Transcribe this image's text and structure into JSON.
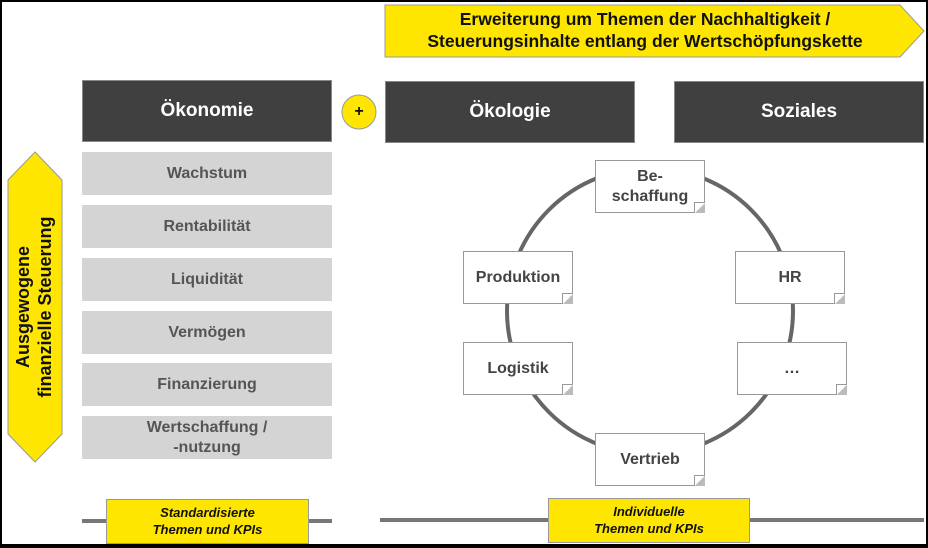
{
  "banner": {
    "line1": "Erweiterung um Themen der Nachhaltigkeit /",
    "line2": "Steuerungsinhalte entlang der Wertschöpfungskette"
  },
  "side_arrow": {
    "line1": "Ausgewogene",
    "line2": "finanzielle Steuerung"
  },
  "headers": {
    "oekonomie": "Ökonomie",
    "plus": "+",
    "oekologie": "Ökologie",
    "soziales": "Soziales"
  },
  "economy_items": [
    "Wachstum",
    "Rentabilität",
    "Liquidität",
    "Vermögen",
    "Finanzierung",
    "Wertschaffung /\n-nutzung"
  ],
  "value_chain": {
    "beschaffung": "Be-\nschaffung",
    "produktion": "Produktion",
    "hr": "HR",
    "logistik": "Logistik",
    "more": "…",
    "vertrieb": "Vertrieb"
  },
  "footer": {
    "left_line1": "Standardisierte",
    "left_line2": "Themen und KPIs",
    "right_line1": "Individuelle",
    "right_line2": "Themen und KPIs"
  },
  "colors": {
    "yellow": "#ffe600",
    "dark": "#404040",
    "light": "#d4d4d4"
  }
}
